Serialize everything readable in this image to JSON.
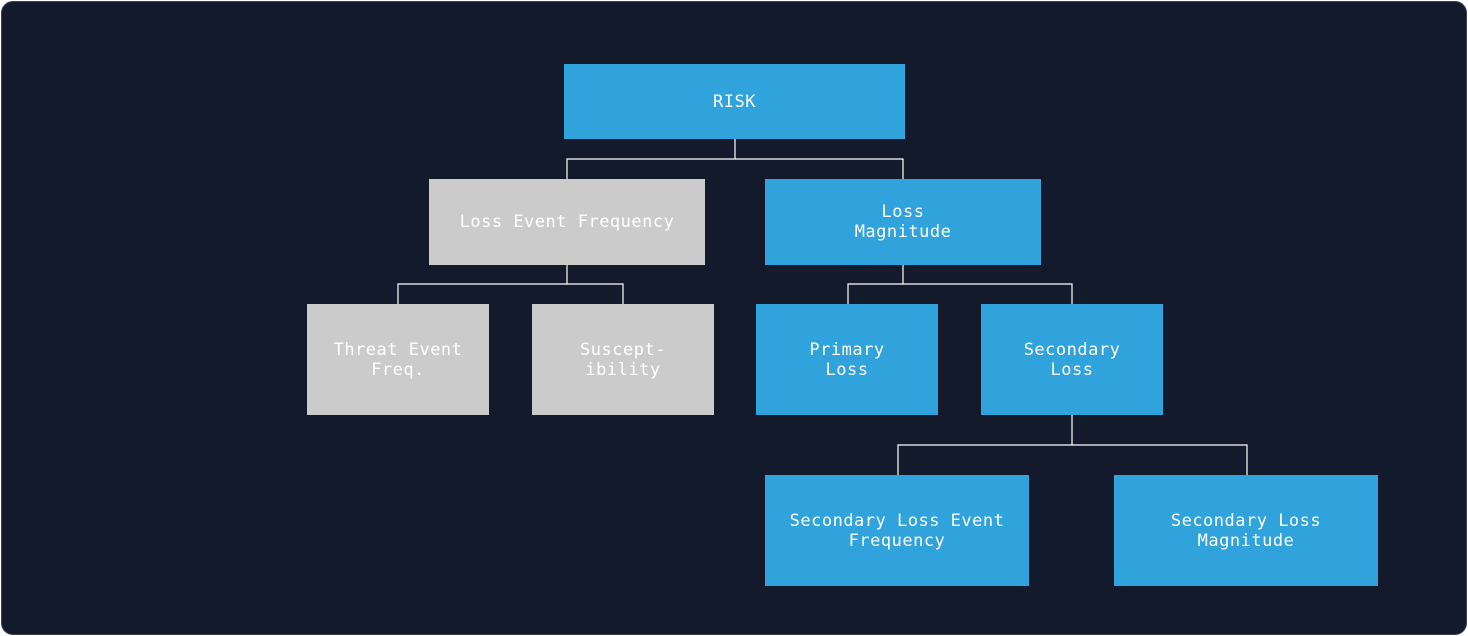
{
  "colors": {
    "background": "#131a2c",
    "blue_node": "#31a3dc",
    "gray_node": "#cbcbcb",
    "connector": "#ffffff"
  },
  "nodes": {
    "risk": {
      "label": "RISK",
      "style": "blue"
    },
    "loss_event_frequency": {
      "label": "Loss Event Frequency",
      "style": "gray"
    },
    "loss_magnitude": {
      "label": "Loss\nMagnitude",
      "style": "blue"
    },
    "threat_event_freq": {
      "label": "Threat Event\nFreq.",
      "style": "gray"
    },
    "susceptibility": {
      "label": "Suscept-\nibility",
      "style": "gray"
    },
    "primary_loss": {
      "label": "Primary\nLoss",
      "style": "blue"
    },
    "secondary_loss": {
      "label": "Secondary\nLoss",
      "style": "blue"
    },
    "secondary_loss_event_frequency": {
      "label": "Secondary Loss Event\nFrequency",
      "style": "blue"
    },
    "secondary_loss_magnitude": {
      "label": "Secondary Loss\nMagnitude",
      "style": "blue"
    }
  }
}
